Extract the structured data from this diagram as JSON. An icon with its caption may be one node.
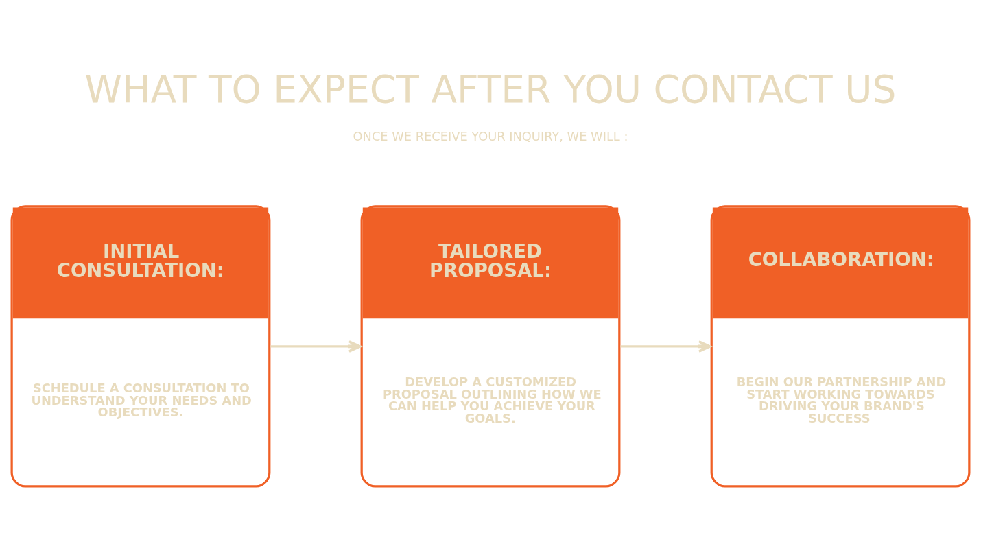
{
  "diagram": {
    "title": "WHAT TO EXPECT AFTER YOU CONTACT US",
    "nodes": [
      {
        "text": [
          "INITIAL CONSULTATION:",
          "SCHEDULE A CONSULTATION TO UNDERSTAND YOUR NEEDS AND OBJECTIVES."
        ]
      },
      {
        "text": [
          "TAILORED PROPOSAL:",
          "DEVELOP A CUSTOMIZED PROPOSAL OUTLINING HOW WE CAN HELP YOU ACHIEVE YOUR GOALS."
        ]
      },
      {
        "text": [
          "COLLABORATION:",
          "BEGIN OUR PARTNERSHIP AND START WORKING TOWARDS DRIVING YOUR BRAND'S SUCCESS"
        ]
      }
    ],
    "edges": [
      {
        "from": 0,
        "to": 1,
        "arrow": "to"
      },
      {
        "from": 1,
        "to": 2,
        "arrow": "to"
      }
    ],
    "labels": [
      "ONCE WE RECEIVE YOUR INQUIRY, WE WILL :"
    ]
  }
}
